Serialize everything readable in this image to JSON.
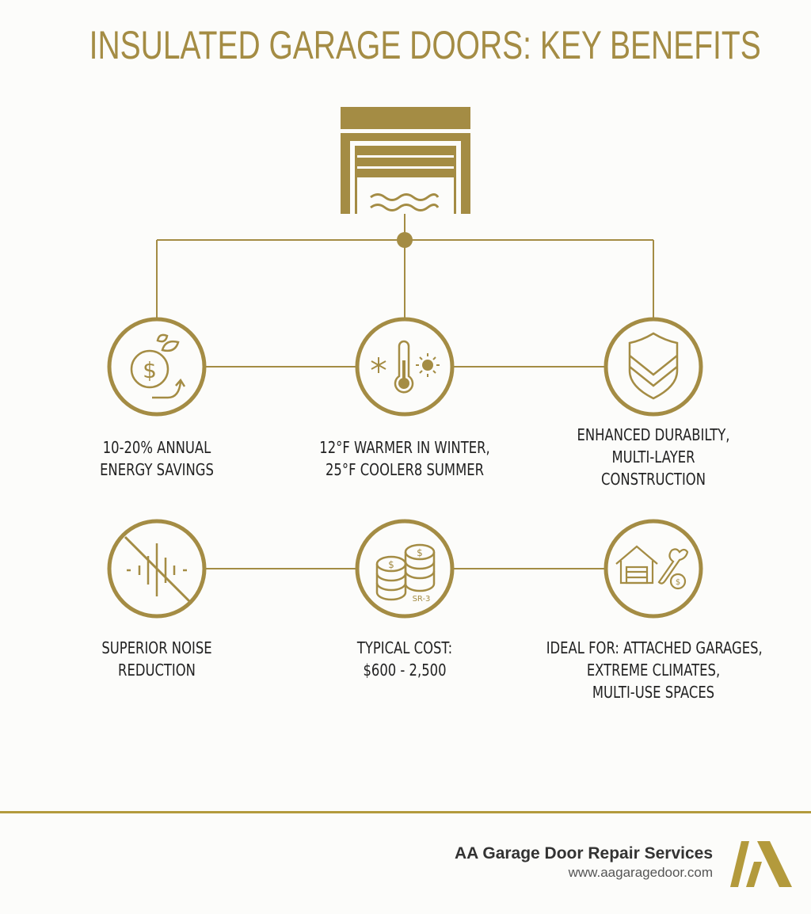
{
  "title": "INSULATED GARAGE DOORS: KEY BENEFITS",
  "colors": {
    "gold": "#a48c44",
    "footer_rule": "#b39a3c",
    "text": "#222222",
    "background": "#fcfcfa"
  },
  "hub": {
    "icon": "insulated-garage-door-icon"
  },
  "benefits": [
    {
      "icon": "money-growth-leaf-icon",
      "lines": [
        "10-20% ANNUAL",
        "ENERGY SAVINGS"
      ]
    },
    {
      "icon": "thermometer-snow-sun-icon",
      "lines": [
        "12°F WARMER IN WINTER,",
        "25°F COOLER8 SUMMER"
      ]
    },
    {
      "icon": "layered-shield-icon",
      "lines": [
        "ENHANCED DURABILTY,",
        "MULTI-LAYER",
        "CONSTRUCTION"
      ]
    },
    {
      "icon": "noise-cancel-icon",
      "lines": [
        "SUPERIOR NOISE",
        "REDUCTION"
      ]
    },
    {
      "icon": "coin-stacks-icon",
      "coin_label": "SR-3",
      "lines": [
        "TYPICAL COST:",
        "$600 - 2,500"
      ]
    },
    {
      "icon": "house-wrench-money-icon",
      "lines": [
        "IDEAL FOR: ATTACHED GARAGES,",
        "EXTREME CLIMATES,",
        "MULTI-USE SPACES"
      ]
    }
  ],
  "footer": {
    "company": "AA Garage Door Repair Services",
    "url": "www.aagaragedoor.com",
    "logo": "aa-logo-icon"
  }
}
